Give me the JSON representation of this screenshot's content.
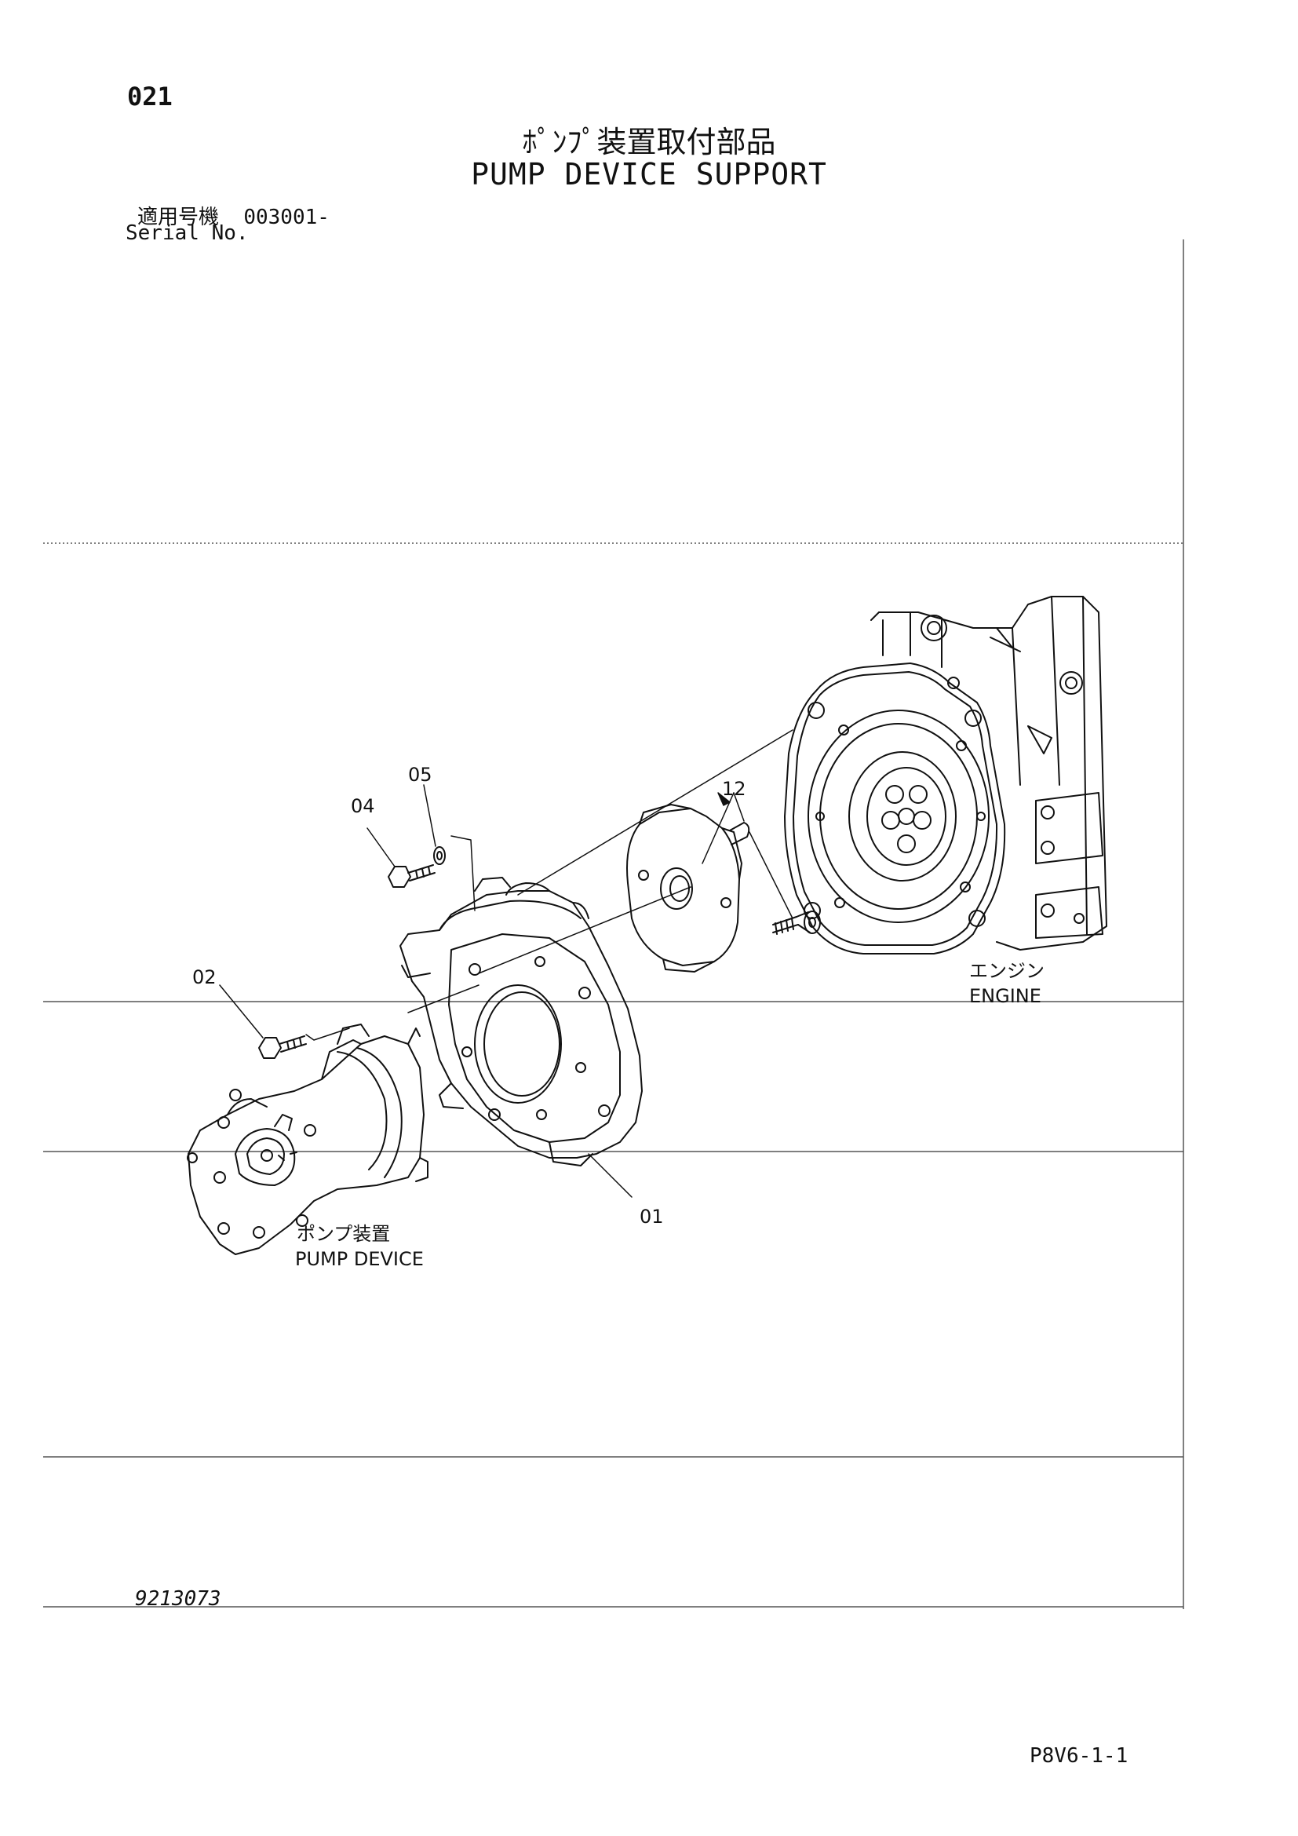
{
  "page": {
    "number": "021",
    "title_jp": "ﾎﾟﾝﾌﾟ装置取付部品",
    "title_en": "PUMP DEVICE SUPPORT",
    "serial_label_jp": "適用号機",
    "serial_value": "003001-",
    "serial_label_en": "Serial No.",
    "drawing_number": "9213073",
    "sheet_code": "P8V6-1-1"
  },
  "diagram": {
    "callouts": [
      "01",
      "02",
      "04",
      "05",
      "12"
    ],
    "annotations": {
      "engine_jp": "エンジン",
      "engine_en": "ENGINE",
      "pump_jp": "ポンプ装置",
      "pump_en": "PUMP DEVICE"
    }
  }
}
